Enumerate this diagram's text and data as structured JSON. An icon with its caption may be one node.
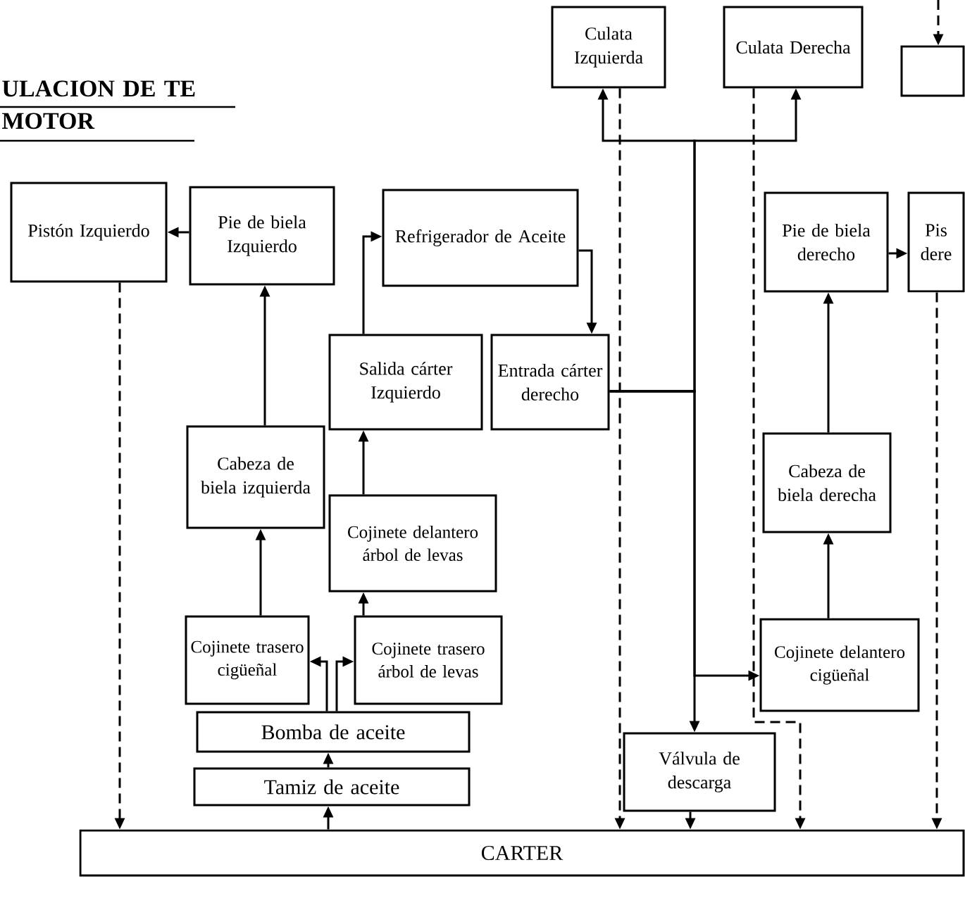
{
  "diagram": {
    "title": "ULACION DE TE MOTOR",
    "nodes": [
      {
        "text": [
          "Culata Izquierda"
        ]
      },
      {
        "text": [
          "Culata Derecha"
        ]
      },
      {
        "text": [],
        "shape": "box"
      },
      {
        "text": [
          "Pistón Izquierdo"
        ]
      },
      {
        "text": [
          "Pie de biela Izquierdo"
        ]
      },
      {
        "text": [
          "Refrigerador de Aceite"
        ]
      },
      {
        "text": [
          "Salida cárter Izquierdo"
        ]
      },
      {
        "text": [
          "Entrada cárter derecho"
        ]
      },
      {
        "text": [
          "Pie de biela derecho"
        ]
      },
      {
        "text": [
          "Pis dere"
        ]
      },
      {
        "text": [
          "Cabeza de biela izquierda"
        ]
      },
      {
        "text": [
          "Cojinete delantero árbol de levas"
        ]
      },
      {
        "text": [
          "Cabeza de biela derecha"
        ]
      },
      {
        "text": [
          "Cojinete trasero cigüeñal"
        ]
      },
      {
        "text": [
          "Cojinete trasero árbol de levas"
        ]
      },
      {
        "text": [
          "Cojinete delantero cigüeñal"
        ]
      },
      {
        "text": [
          "Bomba de aceite"
        ]
      },
      {
        "text": [
          "Tamiz de aceite"
        ]
      },
      {
        "text": [
          "Válvula de descarga"
        ]
      },
      {
        "text": [
          "CARTER"
        ]
      }
    ],
    "edges": [
      {
        "from": 19,
        "to": 17,
        "arrow": "to"
      },
      {
        "from": 17,
        "to": 16,
        "arrow": "to"
      },
      {
        "from": 16,
        "to": 13,
        "arrow": "to"
      },
      {
        "from": 16,
        "to": 14,
        "arrow": "to"
      },
      {
        "from": 13,
        "to": 10,
        "arrow": "to"
      },
      {
        "from": 10,
        "to": 4,
        "arrow": "to"
      },
      {
        "from": 4,
        "to": 3,
        "arrow": "to"
      },
      {
        "from": 14,
        "to": 11,
        "arrow": "to"
      },
      {
        "from": 11,
        "to": 6,
        "arrow": "to"
      },
      {
        "from": 6,
        "to": 5,
        "arrow": "to"
      },
      {
        "from": 5,
        "to": 7,
        "arrow": "to"
      },
      {
        "from": 7,
        "to": 0,
        "arrow": "to"
      },
      {
        "from": 7,
        "to": 1,
        "arrow": "to"
      },
      {
        "from": 7,
        "to": 18,
        "arrow": "to"
      },
      {
        "from": 7,
        "to": 15,
        "arrow": "to"
      },
      {
        "from": 15,
        "to": 12,
        "arrow": "to"
      },
      {
        "from": 12,
        "to": 8,
        "arrow": "to"
      },
      {
        "from": 8,
        "to": 9,
        "arrow": "to"
      },
      {
        "from": 3,
        "to": 19,
        "arrow": "to",
        "style": "dashed"
      },
      {
        "from": 0,
        "to": 19,
        "arrow": "to",
        "style": "dashed"
      },
      {
        "from": 1,
        "to": 19,
        "arrow": "to",
        "style": "dashed"
      },
      {
        "from": 9,
        "to": 19,
        "arrow": "to",
        "style": "dashed"
      },
      {
        "from": 18,
        "to": 19,
        "arrow": "to"
      },
      {
        "from": null,
        "to": 2,
        "arrow": "to",
        "style": "dashed"
      }
    ]
  }
}
